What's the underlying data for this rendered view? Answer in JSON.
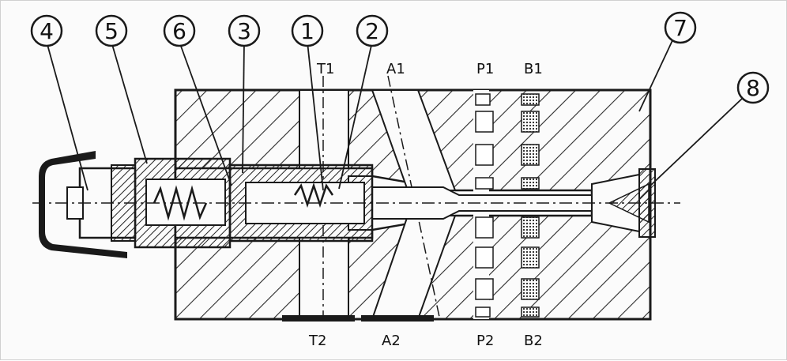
{
  "callouts": [
    {
      "id": "c4",
      "label": "4"
    },
    {
      "id": "c5",
      "label": "5"
    },
    {
      "id": "c6",
      "label": "6"
    },
    {
      "id": "c3",
      "label": "3"
    },
    {
      "id": "c1",
      "label": "1"
    },
    {
      "id": "c2",
      "label": "2"
    },
    {
      "id": "c7",
      "label": "7"
    },
    {
      "id": "c8",
      "label": "8"
    }
  ],
  "ports": {
    "t1": "T1",
    "a1": "A1",
    "p1": "P1",
    "b1": "B1",
    "t2": "T2",
    "a2": "A2",
    "p2": "P2",
    "b2": "B2"
  },
  "colors": {
    "ink": "#1a1a1a",
    "hatch": "#2b2b2b",
    "background": "#fbfbfb"
  }
}
